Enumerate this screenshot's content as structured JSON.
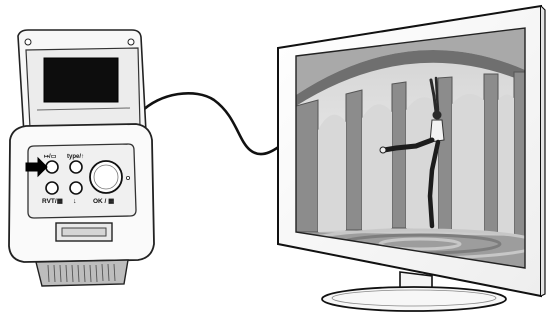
{
  "device": {
    "buttons": {
      "tv_out": "↦/▭",
      "type": "type/↑",
      "rvt": "RVT/▦",
      "down": "↓",
      "ok": "OK / ▦"
    }
  }
}
